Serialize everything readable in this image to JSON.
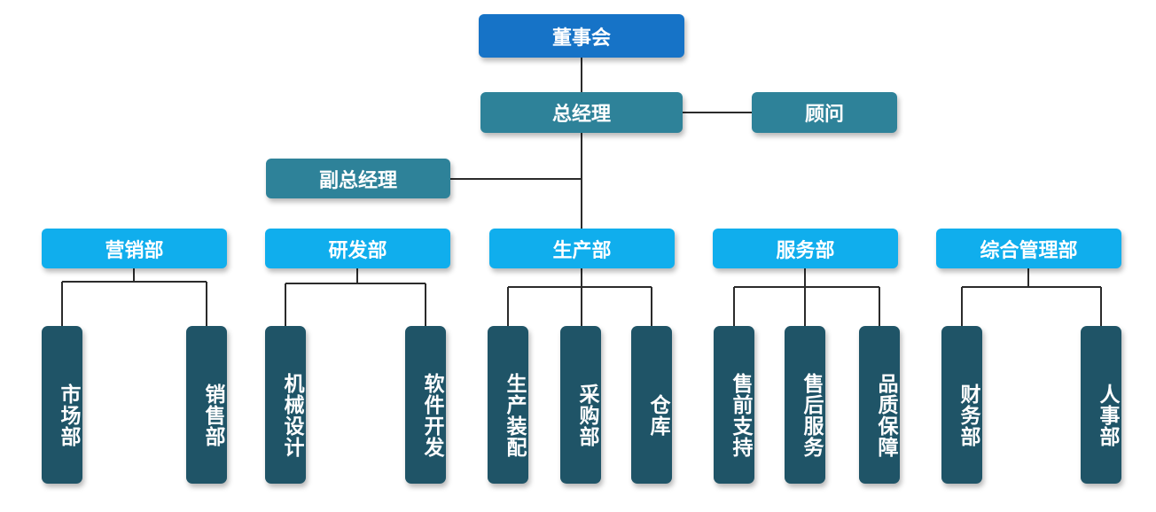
{
  "board": {
    "label": "董事会"
  },
  "general_manager": {
    "label": "总经理"
  },
  "advisor": {
    "label": "顾问"
  },
  "deputy_manager": {
    "label": "副总经理"
  },
  "departments": [
    {
      "label": "营销部",
      "teams": [
        "市场部",
        "销售部"
      ]
    },
    {
      "label": "研发部",
      "teams": [
        "机械设计",
        "软件开发"
      ]
    },
    {
      "label": "生产部",
      "teams": [
        "生产装配",
        "采购部",
        "仓库"
      ]
    },
    {
      "label": "服务部",
      "teams": [
        "售前支持",
        "售后服务",
        "品质保障"
      ]
    },
    {
      "label": "综合管理部",
      "teams": [
        "财务部",
        "人事部"
      ]
    }
  ],
  "colors": {
    "board": "#1673c7",
    "manager": "#2e8299",
    "department": "#10aeed",
    "team": "#1f5467",
    "connector": "#2b2b2b"
  }
}
